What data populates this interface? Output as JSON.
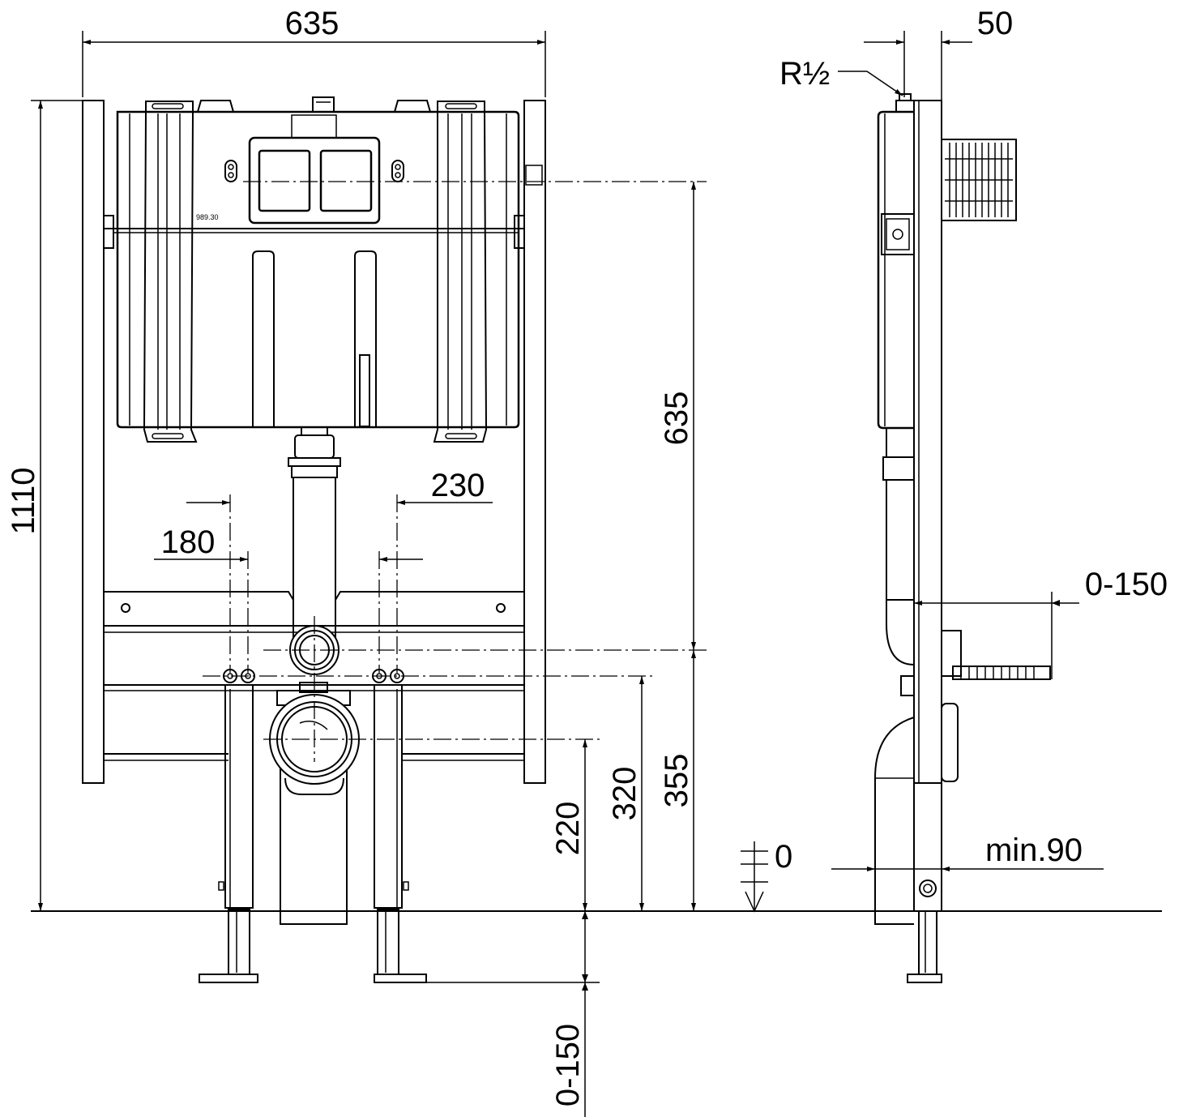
{
  "dimensions": {
    "width_top": "635",
    "height_total": "1110",
    "tank_to_flush": "635",
    "outlet_axis": "355",
    "studs": "320",
    "drain_axis": "220",
    "feet_adjust": "0-150",
    "spacing_230": "230",
    "spacing_180": "180",
    "depth_top": "50",
    "thread": "R½",
    "stud_adjust": "0-150",
    "zero_level": "0",
    "min_wall": "min.90"
  },
  "label_small": "989.30",
  "colors": {
    "line": "#000000",
    "background": "#ffffff"
  }
}
